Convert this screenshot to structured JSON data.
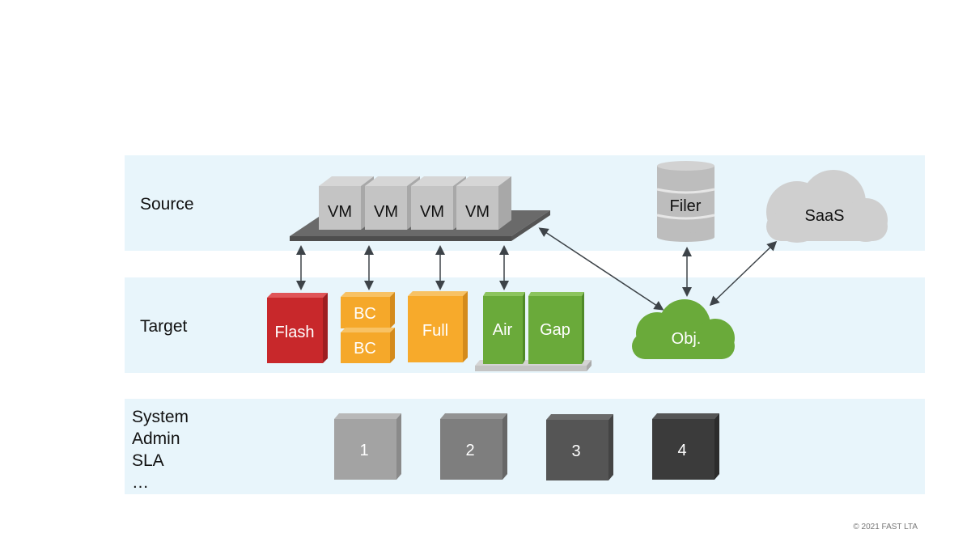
{
  "lanes": {
    "source": "Source",
    "target": "Target",
    "system": [
      "System",
      "Admin",
      "SLA",
      "…"
    ]
  },
  "source": {
    "vms": [
      "VM",
      "VM",
      "VM",
      "VM"
    ],
    "filer": "Filer",
    "saas": "SaaS"
  },
  "target": {
    "flash": "Flash",
    "bc_top": "BC",
    "bc_bottom": "BC",
    "full": "Full",
    "air": "Air",
    "gap": "Gap",
    "obj": "Obj."
  },
  "tiers": [
    "1",
    "2",
    "3",
    "4"
  ],
  "colors": {
    "lane_bg": "#e8f5fb",
    "vm": "#c4c4c4",
    "platform": "#6a6a6a",
    "flash": "#c8282b",
    "bc": "#f5a82a",
    "full": "#f7aa2b",
    "green": "#6aaa3a",
    "cloud_gray": "#cfcfcf",
    "tier1": "#a3a3a3",
    "tier2": "#7e7e7e",
    "tier3": "#555555",
    "tier4": "#3b3b3b"
  },
  "footer": {
    "copyright": "© 2021 FAST LTA"
  }
}
